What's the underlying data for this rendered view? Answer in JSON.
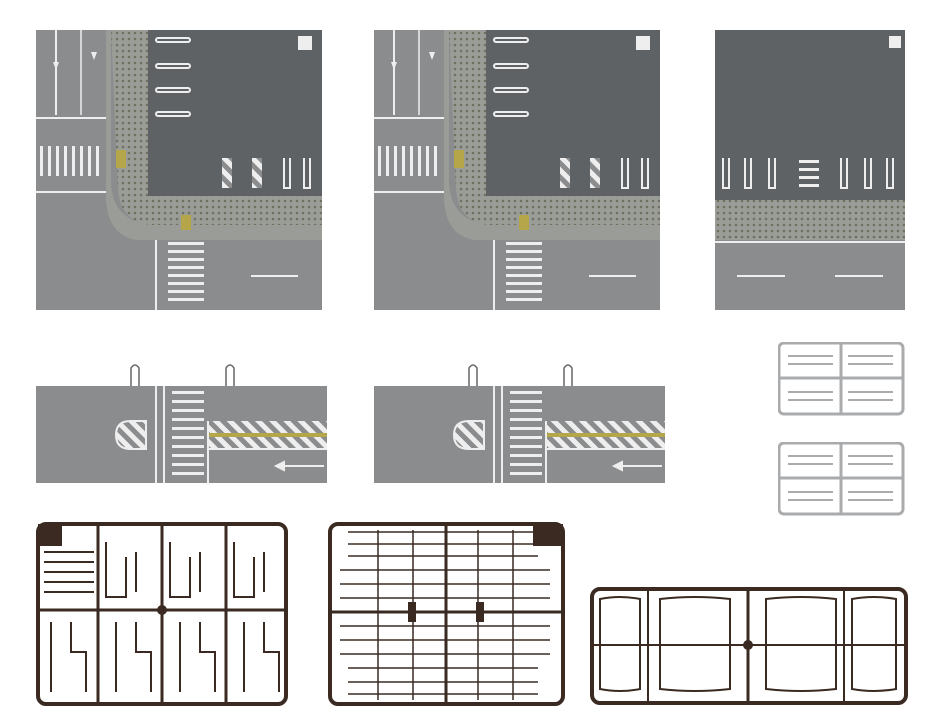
{
  "colors": {
    "background": "#ffffff",
    "road": "#8a8c8d",
    "plaza": "#5f6264",
    "sidewalk": "#9a9c98",
    "tactile": "#b5a64a",
    "marking": "#f2f2f2",
    "sprue_gray": "#a9abad",
    "sprue_brown": "#3a2a22"
  },
  "parts": [
    {
      "kind": "road-plate",
      "variant": "corner-intersection"
    },
    {
      "kind": "road-plate",
      "variant": "corner-intersection"
    },
    {
      "kind": "road-plate",
      "variant": "straight-with-parking"
    },
    {
      "kind": "road-plate",
      "variant": "crosswalk-median"
    },
    {
      "kind": "road-plate",
      "variant": "crosswalk-median"
    },
    {
      "kind": "sprue",
      "color": "gray"
    },
    {
      "kind": "sprue",
      "color": "gray"
    },
    {
      "kind": "sprue",
      "color": "brown"
    },
    {
      "kind": "sprue",
      "color": "brown"
    },
    {
      "kind": "sprue",
      "color": "brown"
    }
  ]
}
